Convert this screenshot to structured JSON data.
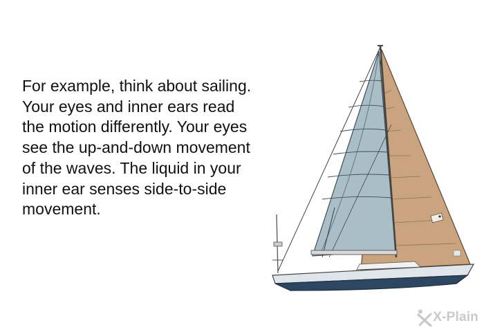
{
  "text": {
    "lines": [
      "For example, think about sailing.",
      "Your eyes and inner ears read",
      "the motion differently. Your eyes",
      "see the up-and-down movement",
      "of the waves. The liquid in your",
      "inner ear senses side-to-side",
      "movement."
    ]
  },
  "illustration": {
    "icon": "sailboat-icon",
    "colors": {
      "mainsail": "#a9bec6",
      "jib": "#c9a47e",
      "hull": "#2d4763"
    }
  },
  "logo": {
    "text": "X-Plain",
    "color": "#c9c9c9"
  }
}
